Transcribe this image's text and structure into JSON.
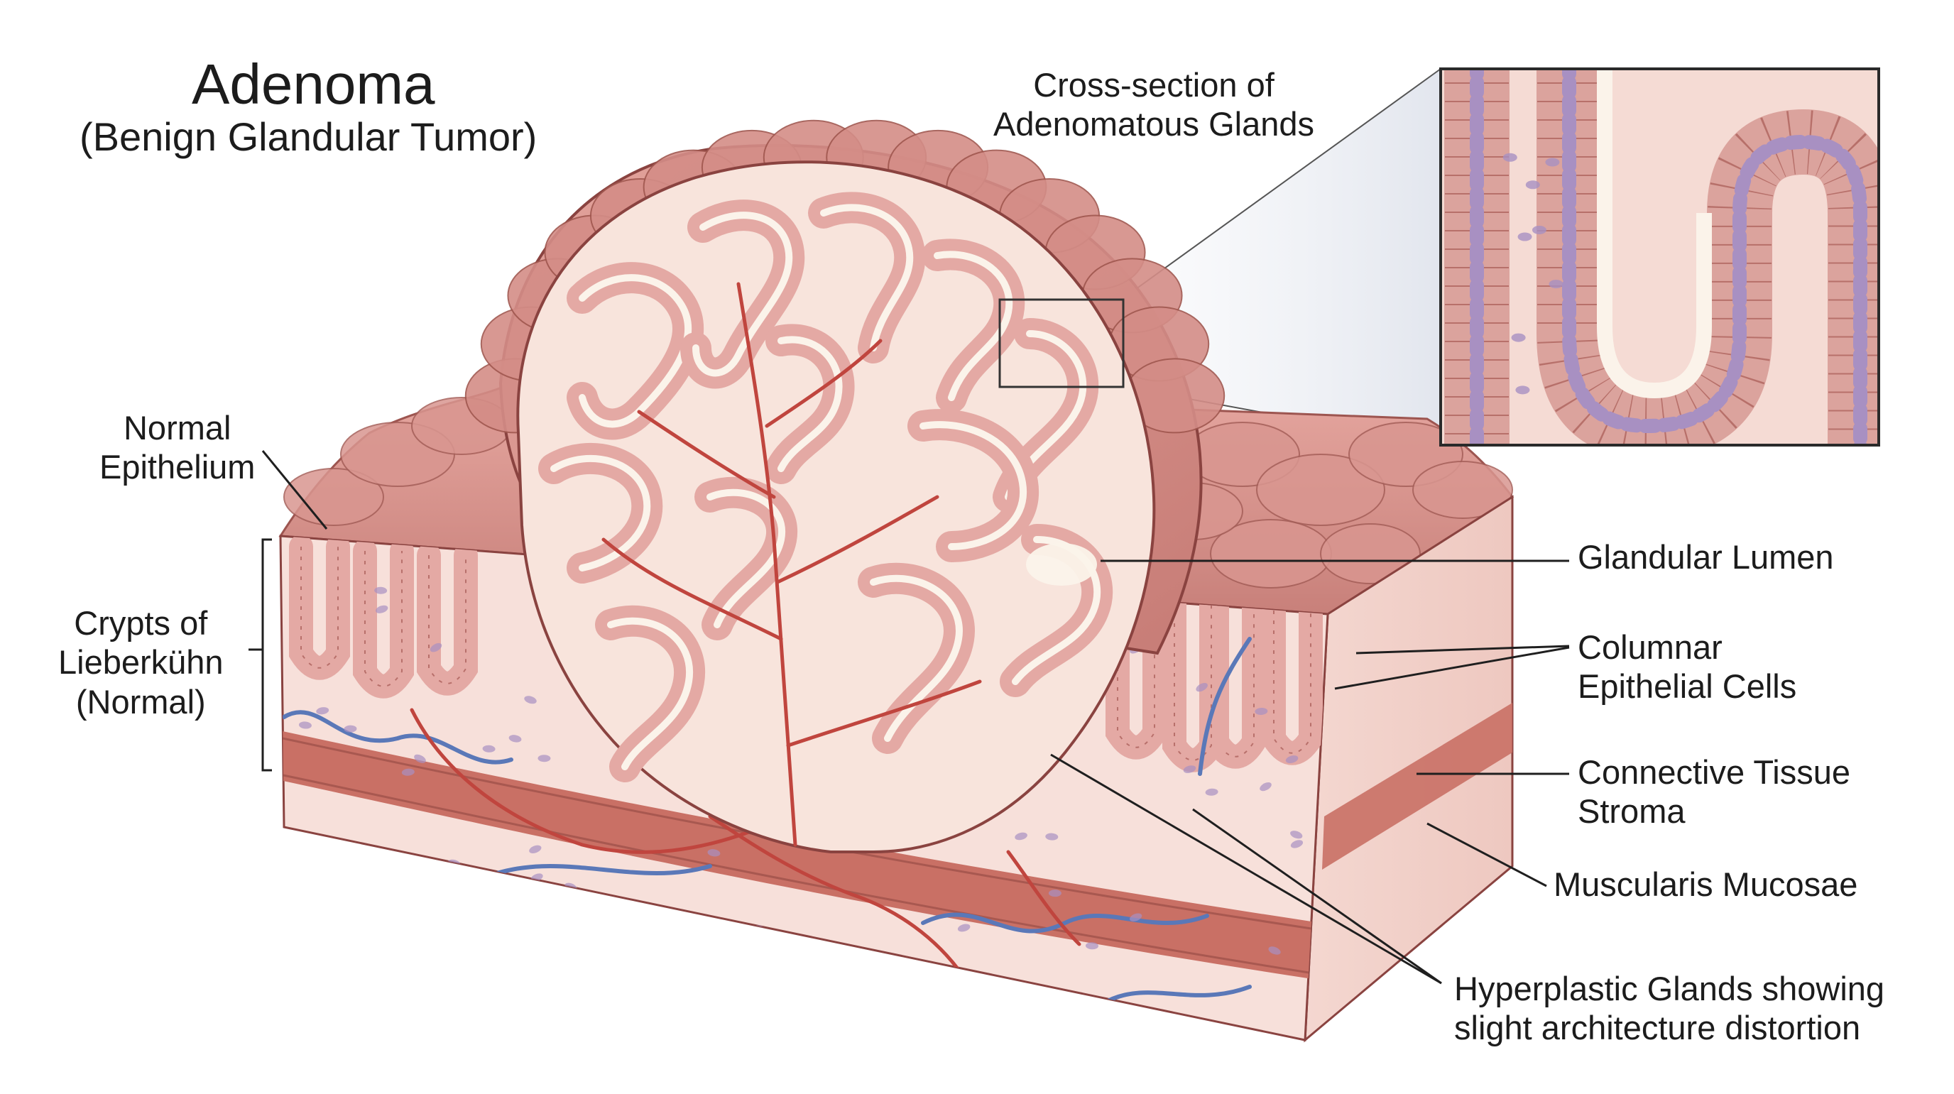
{
  "title": "Adenoma",
  "subtitle": "(Benign Glandular Tumor)",
  "inset_caption": [
    "Cross-section of",
    "Adenomatous Glands"
  ],
  "labels": {
    "normal_epithelium": [
      "Normal",
      "Epithelium"
    ],
    "crypts": [
      "Crypts of",
      "Lieberkühn",
      "(Normal)"
    ],
    "glandular_lumen": "Glandular Lumen",
    "columnar_cells": [
      "Columnar",
      "Epithelial Cells"
    ],
    "stroma": [
      "Connective Tissue",
      "Stroma"
    ],
    "muscularis": "Muscularis Mucosae",
    "hyperplastic": [
      "Hyperplastic Glands showing",
      "slight architecture distortion"
    ]
  },
  "colors": {
    "tissue_pink": "#f6dcd6",
    "stroma_light": "#f9e8e2",
    "gland_epithelium": "#e4a9a4",
    "surface_rose": "#d9908a",
    "muscle_band": "#c97065",
    "artery": "#c0453e",
    "vein": "#5a78b8",
    "nucleus": "#a890c2",
    "lumen": "#fbf3ea",
    "outline": "#8a4340"
  }
}
